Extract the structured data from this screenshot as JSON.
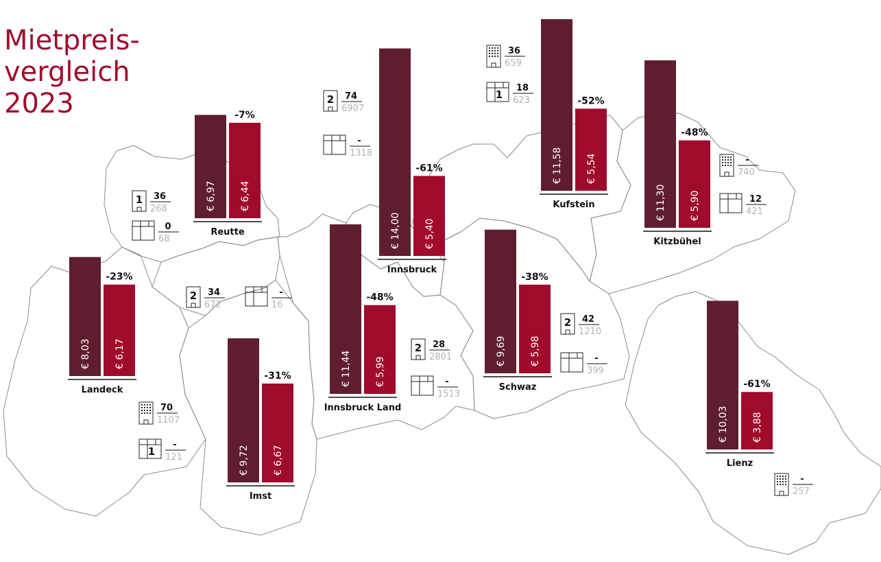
{
  "title_lines": [
    "Mietpreis-",
    "vergleich",
    "2023"
  ],
  "colors": {
    "bar_dark": "#5e1e2f",
    "bar_red": "#a00b2b",
    "title": "#a00b2b",
    "border": "#8a8a8a",
    "muted_text": "#b3b3b3"
  },
  "chart_data": {
    "type": "bar",
    "currency_prefix": "€ ",
    "regions": [
      {
        "name": "Reutte",
        "values": [
          "6,97",
          "6,44"
        ],
        "change": "-7%",
        "stats": [
          {
            "icon": "house-icon",
            "icon_label": "1",
            "top": "36",
            "bottom": "268"
          },
          {
            "icon": "apartment-icon",
            "icon_label": "",
            "top": "0",
            "bottom": "68"
          }
        ]
      },
      {
        "name": "Landeck",
        "values": [
          "8,03",
          "6,17"
        ],
        "change": "-23%",
        "stats": [
          {
            "icon": "building-icon",
            "icon_label": "",
            "top": "70",
            "bottom": "1107"
          },
          {
            "icon": "apartment-icon",
            "icon_label": "1",
            "top": "-",
            "bottom": "121"
          }
        ]
      },
      {
        "name": "Imst",
        "values": [
          "9,72",
          "6,67"
        ],
        "change": "-31%",
        "stats": [
          {
            "icon": "house-icon",
            "icon_label": "2",
            "top": "34",
            "bottom": "672"
          },
          {
            "icon": "apartment-icon",
            "icon_label": "",
            "top": "-",
            "bottom": "16"
          }
        ]
      },
      {
        "name": "Innsbruck Land",
        "values": [
          "11,44",
          "5,99"
        ],
        "change": "-48%",
        "stats": [
          {
            "icon": "house-icon",
            "icon_label": "2",
            "top": "28",
            "bottom": "2801"
          },
          {
            "icon": "apartment-icon",
            "icon_label": "",
            "top": "-",
            "bottom": "1513"
          }
        ]
      },
      {
        "name": "Innsbruck",
        "values": [
          "14,00",
          "5,40"
        ],
        "change": "-61%",
        "stats": [
          {
            "icon": "house-icon",
            "icon_label": "2",
            "top": "74",
            "bottom": "6907"
          },
          {
            "icon": "apartment-icon",
            "icon_label": "",
            "top": "-",
            "bottom": "1318"
          }
        ]
      },
      {
        "name": "Schwaz",
        "values": [
          "9,69",
          "5,98"
        ],
        "change": "-38%",
        "stats": [
          {
            "icon": "house-icon",
            "icon_label": "2",
            "top": "42",
            "bottom": "1210"
          },
          {
            "icon": "apartment-icon",
            "icon_label": "",
            "top": "-",
            "bottom": "399"
          }
        ]
      },
      {
        "name": "Kufstein",
        "values": [
          "11,58",
          "5,54"
        ],
        "change": "-52%",
        "stats": [
          {
            "icon": "building-icon",
            "icon_label": "",
            "top": "36",
            "bottom": "659"
          },
          {
            "icon": "apartment-icon",
            "icon_label": "1",
            "top": "18",
            "bottom": "623"
          }
        ]
      },
      {
        "name": "Kitzbühel",
        "values": [
          "11,30",
          "5,90"
        ],
        "change": "-48%",
        "stats": [
          {
            "icon": "building-icon",
            "icon_label": "",
            "top": "-",
            "bottom": "740"
          },
          {
            "icon": "apartment-icon",
            "icon_label": "",
            "top": "12",
            "bottom": "421"
          }
        ]
      },
      {
        "name": "Lienz",
        "values": [
          "10,03",
          "3,88"
        ],
        "change": "-61%",
        "stats": [
          {
            "icon": "building-icon",
            "icon_label": "",
            "top": "-",
            "bottom": "257"
          }
        ]
      }
    ]
  }
}
